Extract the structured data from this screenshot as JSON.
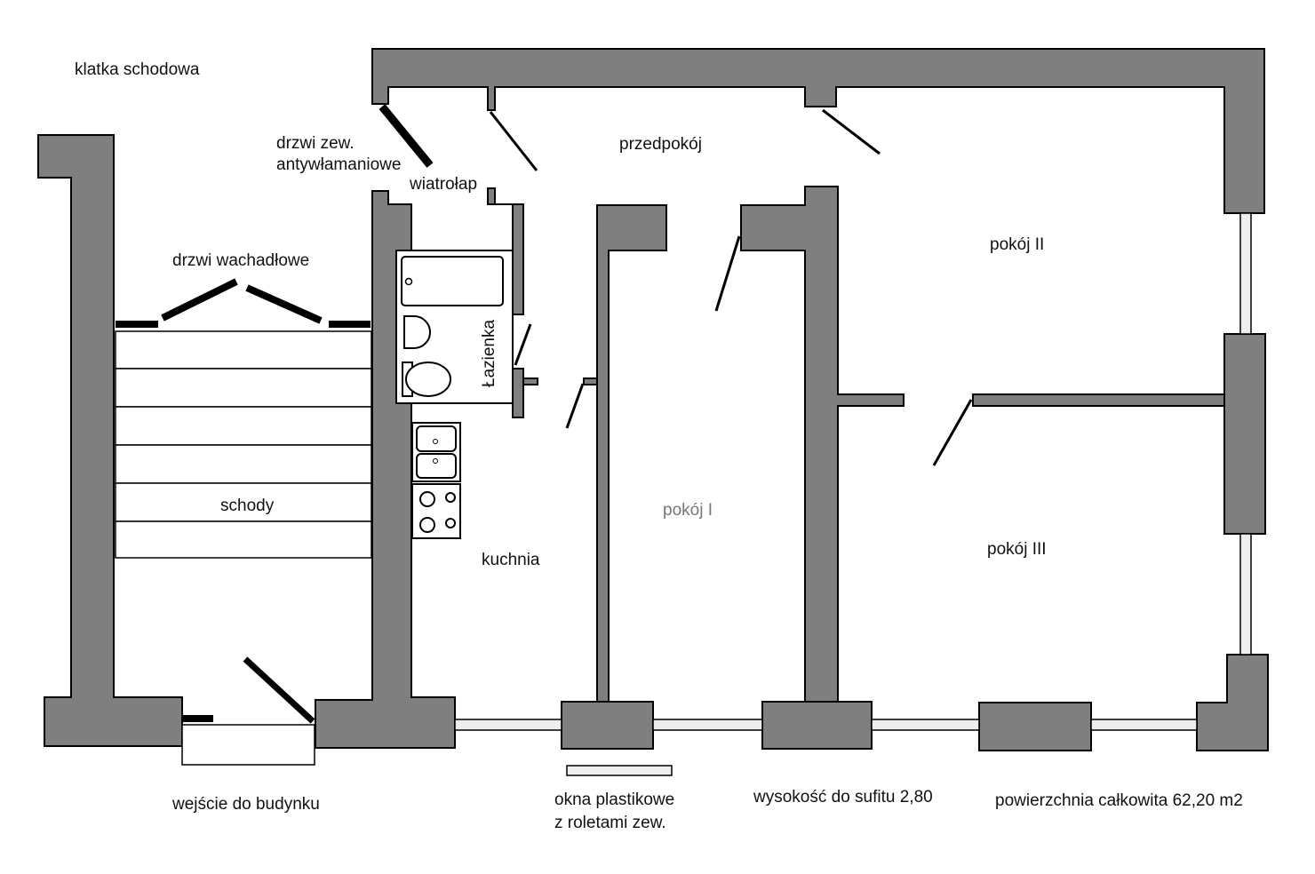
{
  "labels": {
    "stairwell": "klatka schodowa",
    "exterior_door_line1": "drzwi zew.",
    "exterior_door_line2": "antywłamaniowe",
    "vestibule": "wiatrołap",
    "hallway": "przedpokój",
    "swing_doors": "drzwi wachadłowe",
    "bathroom": "Łazienka",
    "stairs": "schody",
    "kitchen": "kuchnia",
    "room_1": "pokój I",
    "room_2": "pokój II",
    "room_3": "pokój III",
    "building_entrance": "wejście do budynku",
    "windows_line1": "okna plastikowe",
    "windows_line2": "z roletami zew.",
    "ceiling_height": "wysokość do sufitu 2,80",
    "total_area": "powierzchnia całkowita 62,20 m2"
  }
}
